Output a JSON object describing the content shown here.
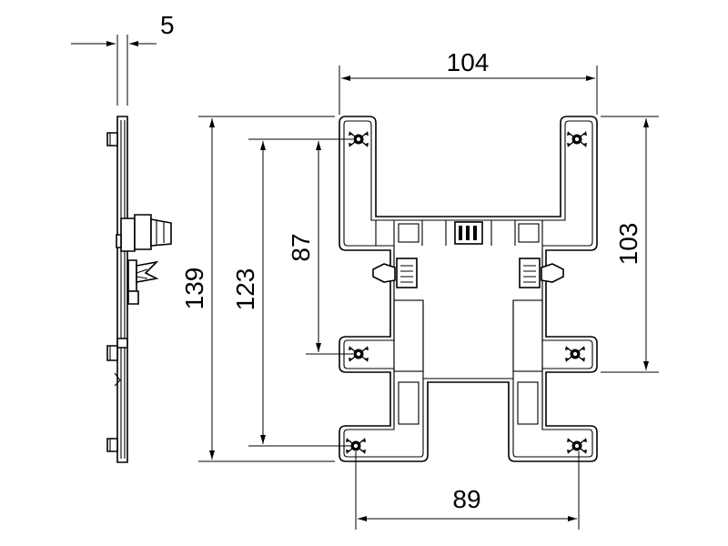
{
  "dimensions": {
    "thickness": "5",
    "width_top": "104",
    "height_total": "139",
    "height_mid": "123",
    "height_upper": "87",
    "height_right": "103",
    "width_bottom": "89"
  }
}
